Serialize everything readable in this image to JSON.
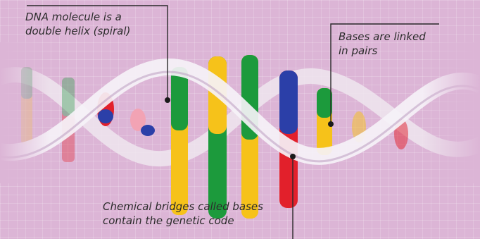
{
  "callouts": {
    "helix": {
      "line1": "DNA molecule is a",
      "line2": "double helix (spiral)"
    },
    "pairs": {
      "line1": "Bases are linked",
      "line2": "in pairs"
    },
    "bases": {
      "line1": "Chemical bridges called bases",
      "line2": "contain the genetic code"
    }
  },
  "colors": {
    "background": "#dcb5d6",
    "base_red": "#e2202b",
    "base_yellow": "#f6c21a",
    "base_green": "#1c9a3c",
    "base_blue": "#2b3fa8",
    "leader_line": "#2a2a2a"
  }
}
